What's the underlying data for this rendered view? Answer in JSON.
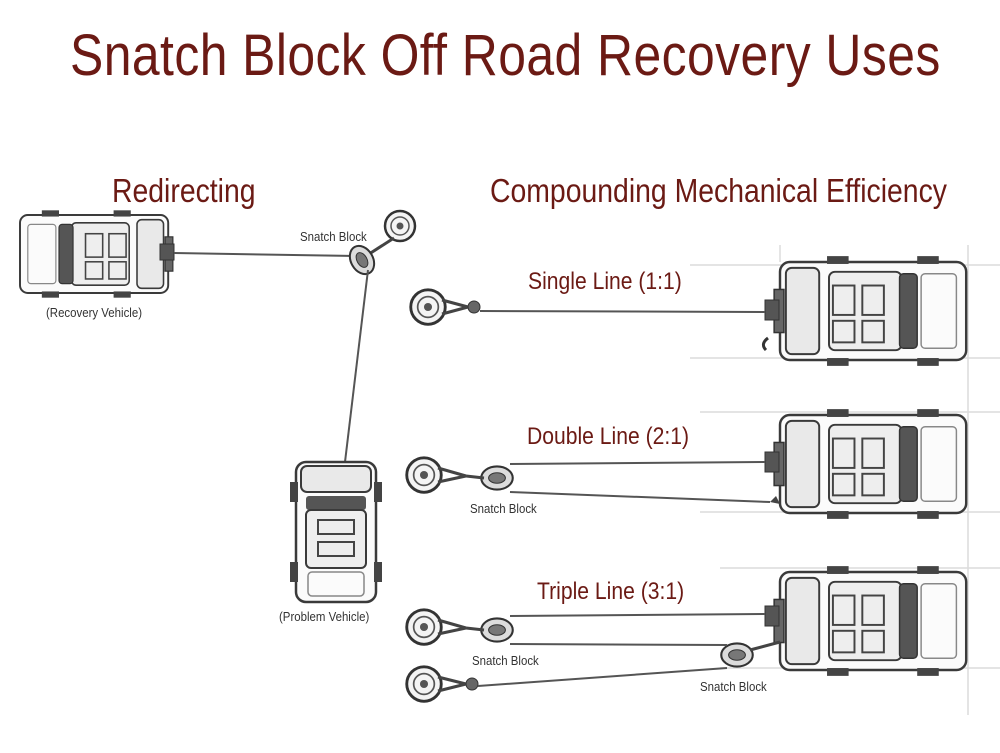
{
  "title": "Snatch Block Off Road Recovery Uses",
  "sections": {
    "redirecting": {
      "heading": "Redirecting",
      "recovery_vehicle_label": "(Recovery Vehicle)",
      "problem_vehicle_label": "(Problem Vehicle)",
      "snatch_block_label": "Snatch Block"
    },
    "compounding": {
      "heading": "Compounding Mechanical Efficiency",
      "single_line": {
        "label": "Single Line (1:1)"
      },
      "double_line": {
        "label": "Double Line (2:1)",
        "snatch_block_label": "Snatch Block"
      },
      "triple_line": {
        "label": "Triple Line (3:1)",
        "snatch_block_label_1": "Snatch Block",
        "snatch_block_label_2": "Snatch Block"
      }
    }
  },
  "colors": {
    "heading_text": "#6b1a14",
    "label_text": "#333333",
    "line": "#555555",
    "grid": "#d9d9d9"
  }
}
